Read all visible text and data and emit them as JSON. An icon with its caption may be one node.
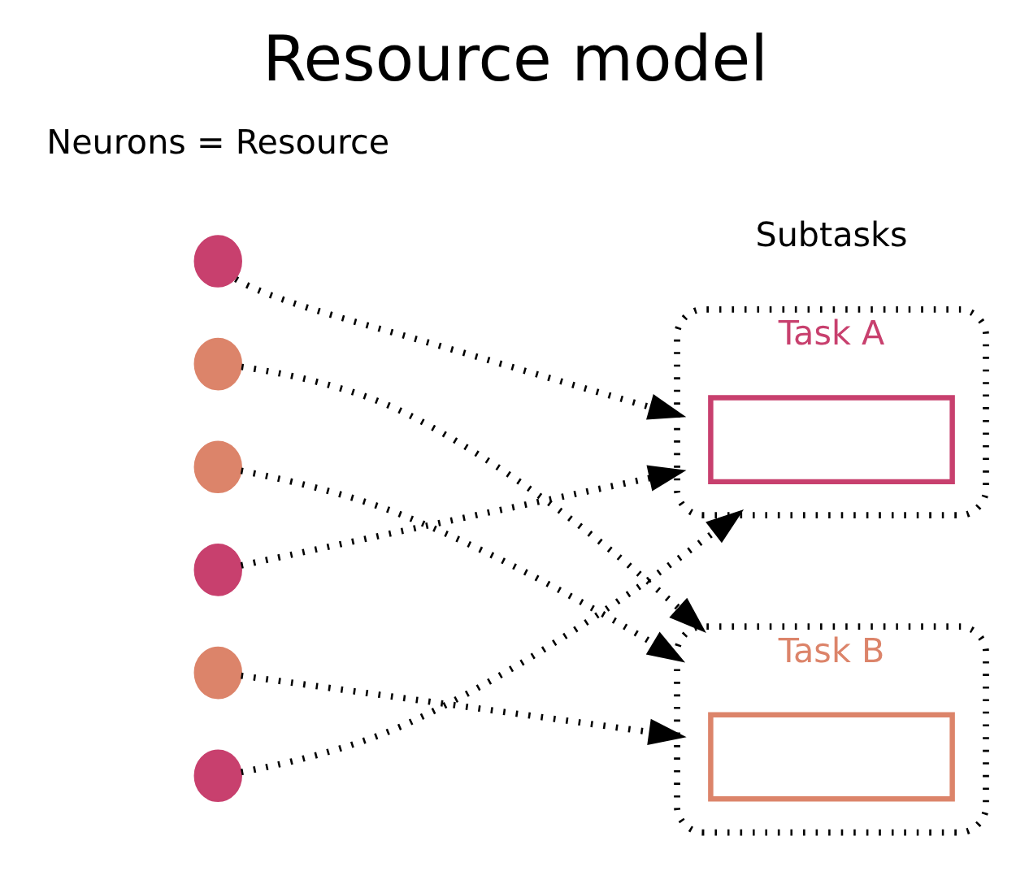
{
  "diagram": {
    "title": "Resource model",
    "nodes": [
      {
        "text": [],
        "shape": "circle"
      },
      {
        "text": [],
        "shape": "circle"
      },
      {
        "text": [],
        "shape": "circle"
      },
      {
        "text": [],
        "shape": "circle"
      },
      {
        "text": [],
        "shape": "circle"
      },
      {
        "text": [],
        "shape": "circle"
      },
      {
        "text": [
          "Task A"
        ]
      },
      {
        "text": [],
        "shape": "box",
        "in": 6
      },
      {
        "text": [
          "Task B"
        ]
      },
      {
        "text": [],
        "shape": "box",
        "in": 8
      }
    ],
    "edges": [
      {
        "from": 0,
        "to": 6,
        "arrow": "to",
        "style": "dashed"
      },
      {
        "from": 1,
        "to": 8,
        "arrow": "to",
        "style": "dashed"
      },
      {
        "from": 2,
        "to": 8,
        "arrow": "to",
        "style": "dashed"
      },
      {
        "from": 3,
        "to": 6,
        "arrow": "to",
        "style": "dashed"
      },
      {
        "from": 4,
        "to": 8,
        "arrow": "to",
        "style": "dashed"
      },
      {
        "from": 5,
        "to": 6,
        "arrow": "to",
        "style": "dashed"
      }
    ],
    "labels": [
      "Neurons = Resource",
      "Subtasks"
    ]
  }
}
